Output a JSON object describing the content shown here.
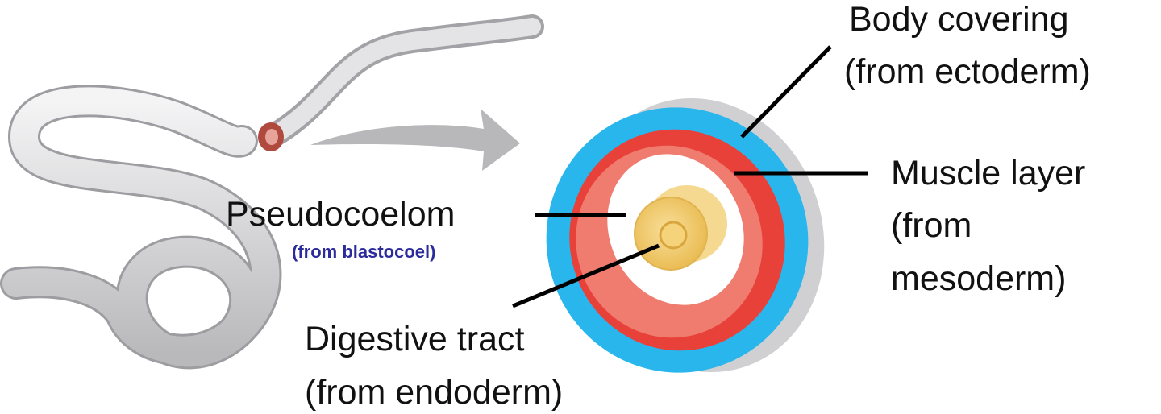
{
  "labels": {
    "body_covering": "Body covering",
    "body_covering_origin": "(from ectoderm)",
    "muscle_layer": "Muscle layer",
    "muscle_layer_origin_1": "(from",
    "muscle_layer_origin_2": "mesoderm)",
    "pseudocoelom": "Pseudocoelom",
    "pseudocoelom_origin": "(from blastocoel)",
    "digestive_tract": "Digestive tract",
    "digestive_tract_origin": "(from endoderm)"
  },
  "colors": {
    "body_covering": "#29b6ec",
    "muscle_layer": "#e8413a",
    "digestive_tract": "#f3cf74",
    "worm": "#d6d6d8",
    "subtext": "#2b2b9c"
  }
}
